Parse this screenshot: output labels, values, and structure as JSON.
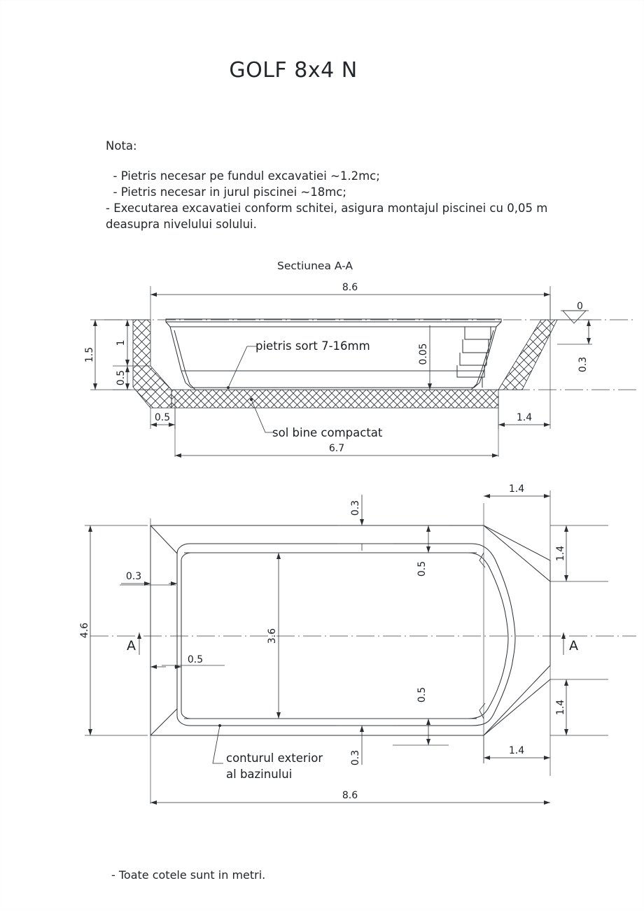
{
  "document": {
    "title": "GOLF 8x4 N",
    "note_heading": "Nota:",
    "notes": [
      "  - Pietris necesar pe fundul excavatiei ~1.2mc;",
      "  - Pietris necesar in jurul piscinei ~18mc;",
      "  - Executarea excavatiei conform schitei, asigura montajul piscinei cu 0,05 m deasupra nivelului solului."
    ],
    "footer_note": "- Toate cotele sunt in metri."
  },
  "section_view": {
    "label": "Sectiunea A-A",
    "annotations": {
      "gravel": "pietris sort 7-16mm",
      "compacted_soil": "sol bine compactat"
    },
    "dimensions": {
      "top_width": "8.6",
      "bottom_width": "6.7",
      "total_depth": "1.5",
      "pool_depth": "1",
      "shallow_depth": "0.5",
      "left_offset": "0.5",
      "right_offset": "1.4",
      "above_ground": "0.05",
      "ground_level": "0",
      "ground_drop": "0.3"
    }
  },
  "plan_view": {
    "annotations": {
      "outer_contour_line1": "conturul exterior",
      "outer_contour_line2": "al bazinului"
    },
    "section_marks": {
      "left": "A",
      "right": "A"
    },
    "dimensions": {
      "overall_width": "8.6",
      "overall_height": "4.6",
      "pool_width": "3.6",
      "top_gap": "0.3",
      "bottom_gap": "0.3",
      "left_gap": "0.3",
      "left_gap2": "0.5",
      "top_offset": "0.5",
      "bottom_offset": "0.5",
      "corner_x_top": "1.4",
      "corner_y_top": "1.4",
      "corner_x_bottom": "1.4",
      "corner_y_bottom": "1.4"
    }
  },
  "colors": {
    "line": "#2b2f33",
    "text": "#1b1f23",
    "background": "#ffffff"
  }
}
